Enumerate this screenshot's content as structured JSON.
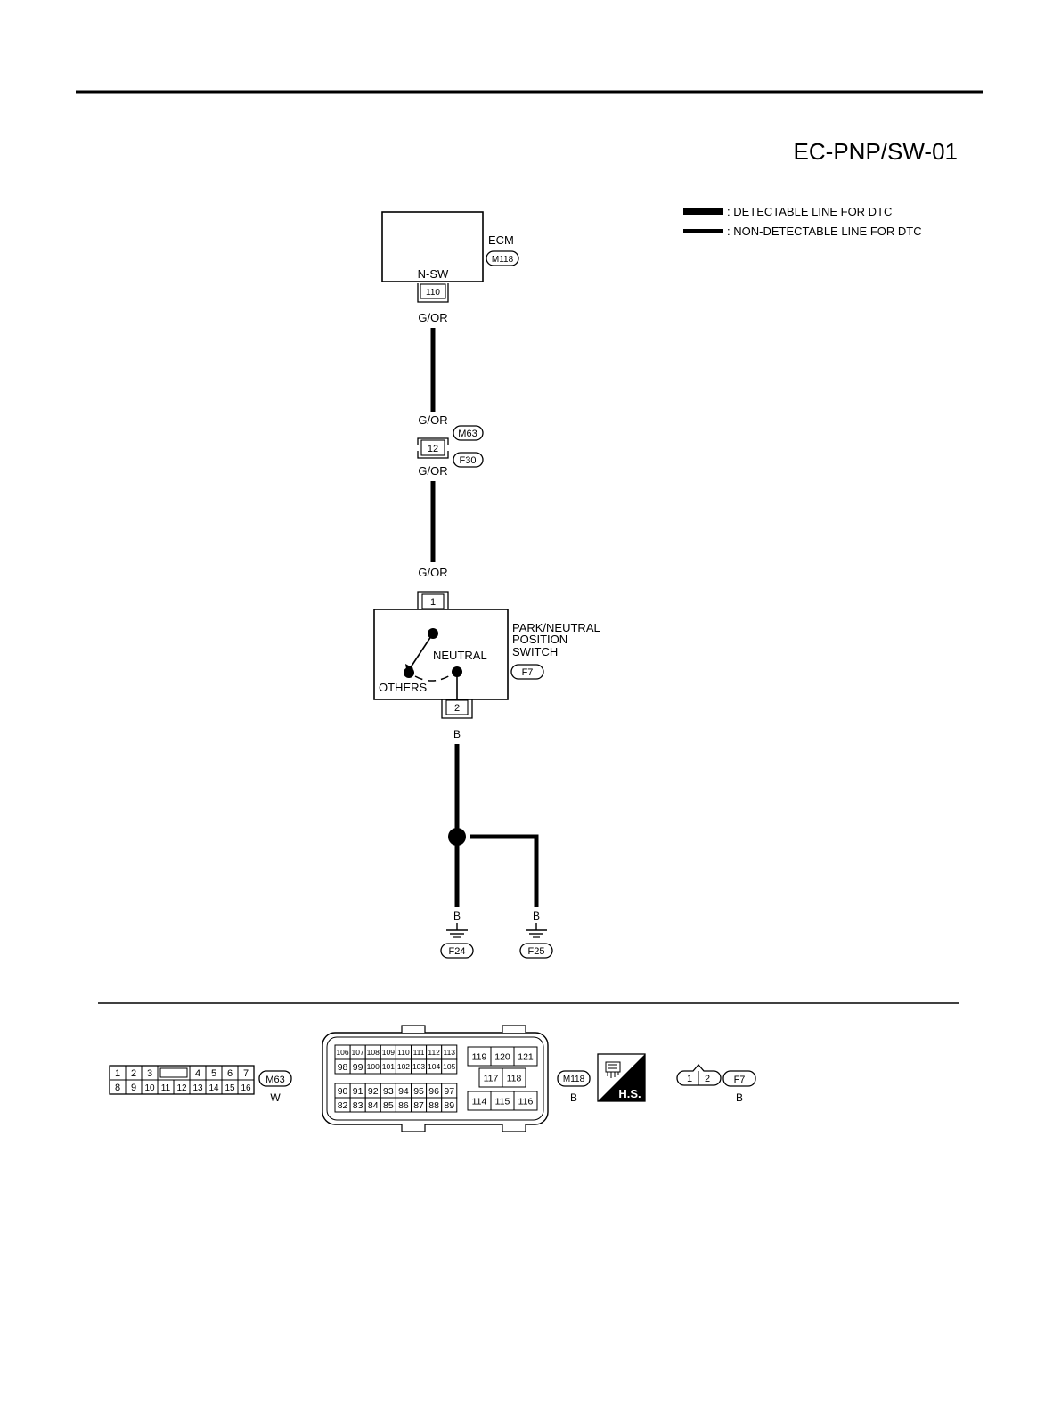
{
  "title": "EC-PNP/SW-01",
  "legend": {
    "detectable": ": DETECTABLE LINE FOR DTC",
    "non_detectable": ": NON-DETECTABLE LINE FOR DTC"
  },
  "ecm": {
    "label": "ECM",
    "connector": "M118",
    "terminal_name": "N-SW",
    "terminal": "110"
  },
  "wires": {
    "w1": "G/OR",
    "w2": "G/OR",
    "w3": "G/OR",
    "w4": "G/OR",
    "w5": "B",
    "w6": "B",
    "w7": "B"
  },
  "joint": {
    "connector_top": "M63",
    "connector_bottom": "F30",
    "terminal": "12"
  },
  "switch": {
    "name_lines": [
      "PARK/NEUTRAL",
      "POSITION",
      "SWITCH"
    ],
    "connector": "F7",
    "terminal_top": "1",
    "terminal_bottom": "2",
    "neutral": "NEUTRAL",
    "others": "OTHERS"
  },
  "grounds": [
    "F24",
    "F25"
  ],
  "connectors": {
    "m63": {
      "id": "M63",
      "color": "W",
      "row1": [
        "1",
        "2",
        "3",
        "",
        "4",
        "5",
        "6",
        "7"
      ],
      "row2": [
        "8",
        "9",
        "10",
        "11",
        "12",
        "13",
        "14",
        "15",
        "16"
      ]
    },
    "m118": {
      "id": "M118",
      "color": "B",
      "rowA": [
        "106",
        "107",
        "108",
        "109",
        "110",
        "111",
        "112",
        "113"
      ],
      "rowB": [
        "98",
        "99",
        "100",
        "101",
        "102",
        "103",
        "104",
        "105"
      ],
      "rowC": [
        "90",
        "91",
        "92",
        "93",
        "94",
        "95",
        "96",
        "97"
      ],
      "rowD": [
        "82",
        "83",
        "84",
        "85",
        "86",
        "87",
        "88",
        "89"
      ],
      "right_top": [
        "119",
        "120",
        "121"
      ],
      "right_mid": [
        "117",
        "118"
      ],
      "right_bottom": [
        "114",
        "115",
        "116"
      ]
    },
    "hs": "H.S.",
    "f7": {
      "id": "F7",
      "color": "B",
      "pins": [
        "1",
        "2"
      ]
    }
  }
}
